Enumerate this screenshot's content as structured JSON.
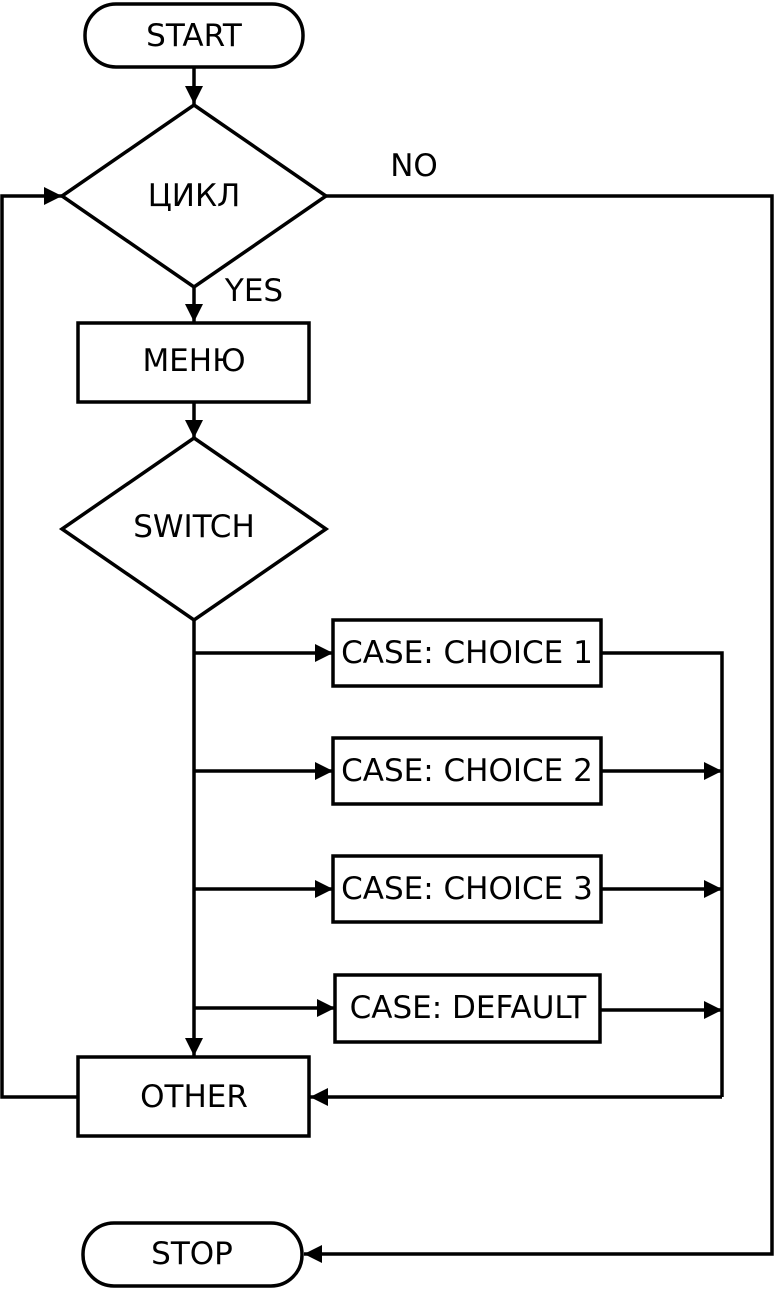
{
  "nodes": {
    "start": "START",
    "loop": "ЦИКЛ",
    "menu": "МЕНЮ",
    "switch": "SWITCH",
    "case1": "CASE: CHOICE 1",
    "case2": "CASE: CHOICE 2",
    "case3": "CASE: CHOICE 3",
    "case_default": "CASE: DEFAULT",
    "other": "OTHER",
    "stop": "STOP"
  },
  "edge_labels": {
    "no": "NO",
    "yes": "YES"
  },
  "colors": {
    "stroke": "#000000",
    "fill": "#ffffff"
  }
}
